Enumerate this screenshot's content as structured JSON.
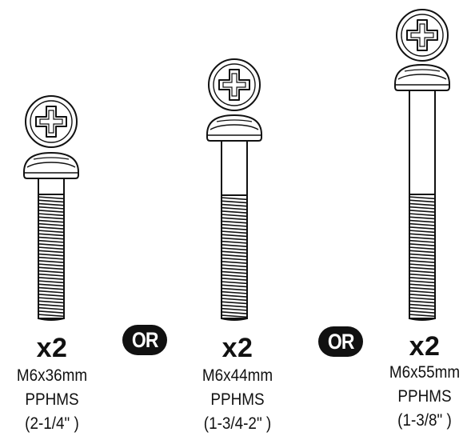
{
  "screws": [
    {
      "quantity": "x2",
      "size": "M6x36mm",
      "type": "PPHMS",
      "length": "(2-1/4\" )",
      "head_icon": "phillips-head-icon"
    },
    {
      "quantity": "x2",
      "size": "M6x44mm",
      "type": "PPHMS",
      "length": "(1-3/4-2\" )",
      "head_icon": "phillips-head-icon"
    },
    {
      "quantity": "x2",
      "size": "M6x55mm",
      "type": "PPHMS",
      "length": "(1-3/8\" )",
      "head_icon": "phillips-head-icon"
    }
  ],
  "separators": [
    {
      "label": "OR"
    },
    {
      "label": "OR"
    }
  ],
  "colors": {
    "ink": "#111111",
    "background": "#ffffff",
    "badge_text": "#ffffff"
  }
}
